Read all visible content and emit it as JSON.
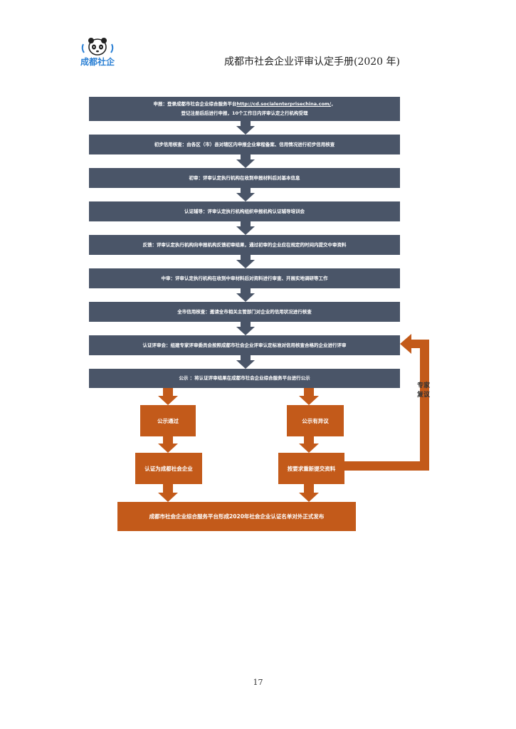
{
  "header": {
    "logo_text": "成都社企",
    "title": "成都市社会企业评审认定手册(2020 年)"
  },
  "flow": {
    "steps": [
      {
        "line1_prefix": "申报：登录成都市社会企业综合服务平台",
        "link": "http://cd.socialenterprisechina.com/",
        "line1_suffix": "，",
        "line2": "登记注册后后进行申报，10个工作日内评审认定之行机构受理"
      },
      {
        "text": "初步信用核查：由各区（市）县对辖区内申报企业章程备案、信用情况进行初步信用核查"
      },
      {
        "text": "初审：评审认定执行机构在收到申报材料后对基本信息"
      },
      {
        "text": "认证辅导：评审认定执行机构组织申报机构认证辅导培训会"
      },
      {
        "text": "反馈：评审认定执行机构向申报机构反馈初审结果，通过初审的企业应在规定的时间内提交中审资料"
      },
      {
        "text": "中审：评审认定执行机构在收到中审材料后对资料进行审查、开展实地调研等工作"
      },
      {
        "text": "全市信用核查：邀请全市相关主管部门对企业的信用状况进行核查"
      },
      {
        "text": "认证评审会：组建专家评审委员会按照成都市社会企业评审认定标准对信用核查合格的企业进行评审"
      },
      {
        "text": "公示 ：将认证评审结果在成都市社会企业综合服务平台进行公示"
      }
    ],
    "outcomes": {
      "pass": "公示通过",
      "objection": "公示有异议",
      "certified": "认证为成都社会企业",
      "resubmit": "按要求重新提交资料",
      "final": "成都市社会企业综合服务平台形成2020年社会企业认证名单对外正式发布",
      "feedback_loop": "专家复议"
    }
  },
  "footer": {
    "page_number": "17"
  },
  "colors": {
    "step_box": "#4a5568",
    "outcome_box": "#c35a1a",
    "arrow_gray": "#4a5568",
    "arrow_orange": "#c35a1a"
  }
}
